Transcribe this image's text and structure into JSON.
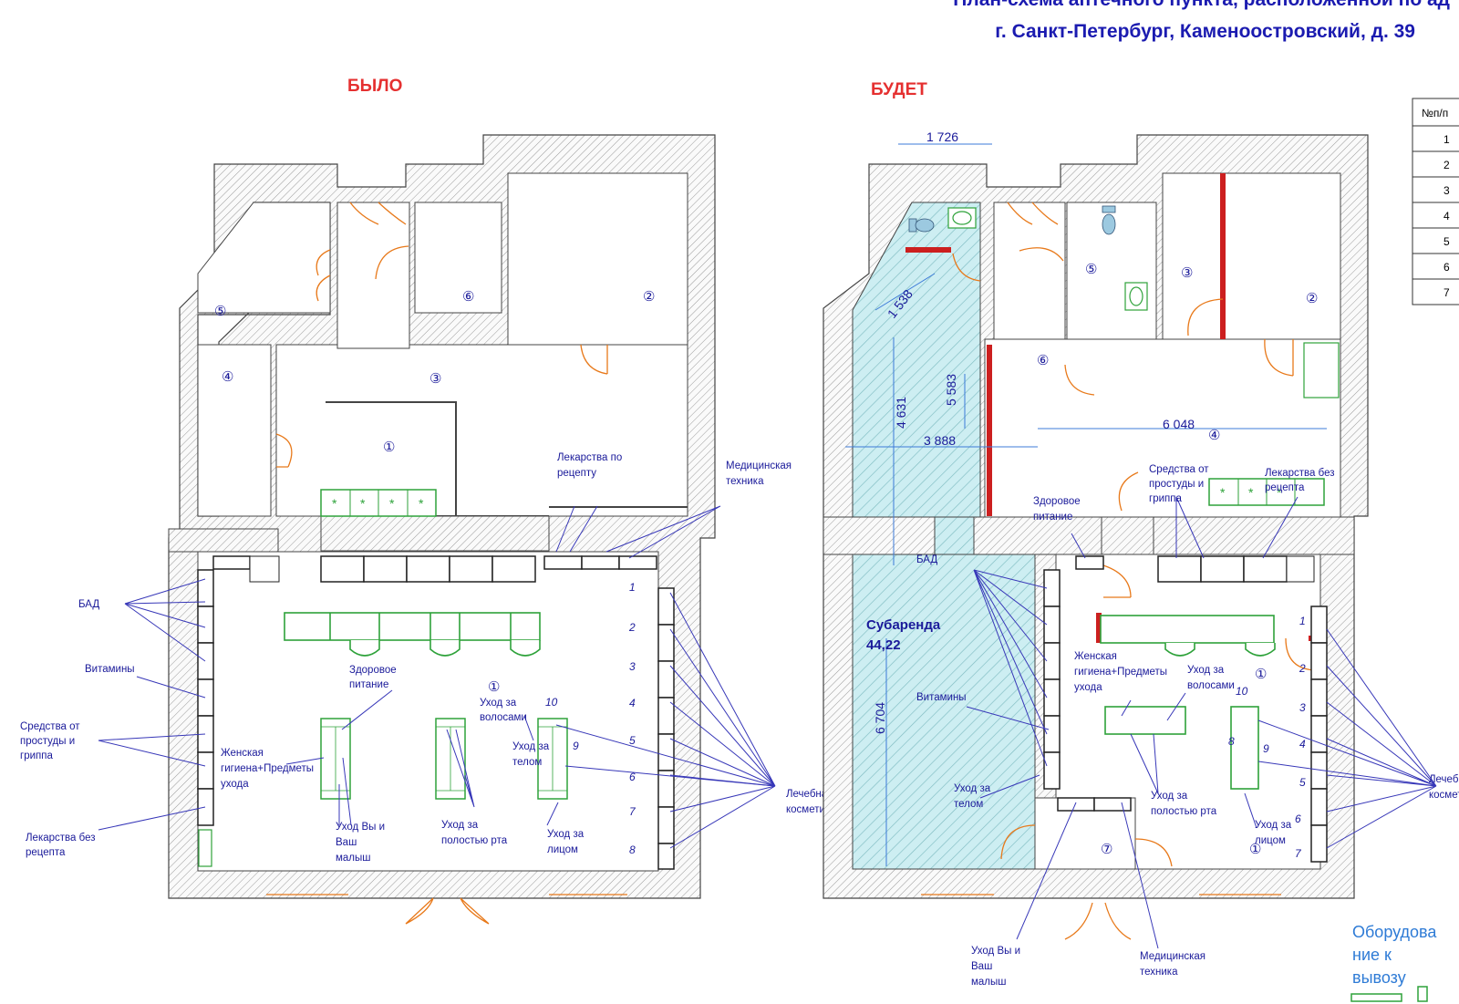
{
  "title": {
    "line1": "План-схема аптечного пункта, расположенной по ад",
    "line2": "г. Санкт-Петербург, Каменоостровский, д. 39"
  },
  "before": {
    "header": "БЫЛО",
    "rooms": [
      "①",
      "②",
      "③",
      "④",
      "⑤",
      "⑥"
    ],
    "labels": {
      "bad": "БАД",
      "vitamins": "Витамины",
      "cold1": "Средства от",
      "cold2": "простуды и",
      "cold3": "гриппа",
      "otc1": "Лекарства без",
      "otc2": "рецепта",
      "rx1": "Лекарства по",
      "rx2": "рецепту",
      "med1": "Медицинская",
      "med2": "техника",
      "food1": "Здоровое",
      "food2": "питание",
      "fem1": "Женская",
      "fem2": "гигиена+Предметы",
      "fem3": "ухода",
      "baby1": "Уход Вы и",
      "baby2": "Ваш",
      "baby3": "малыш",
      "oral1": "Уход за",
      "oral2": "полостью рта",
      "hair1": "Уход за",
      "hair2": "волосами",
      "body1": "Уход за",
      "body2": "телом",
      "face1": "Уход за",
      "face2": "лицом",
      "cos1": "Лечебная",
      "cos2": "косметика"
    },
    "shelf_numbers": [
      "1",
      "2",
      "3",
      "4",
      "5",
      "6",
      "7",
      "8"
    ],
    "unit_numbers": [
      "10",
      "9"
    ]
  },
  "after": {
    "header": "БУДЕТ",
    "rooms": [
      "②",
      "③",
      "④",
      "⑤",
      "⑥",
      "⑦",
      "①"
    ],
    "dims": [
      "1 726",
      "1 538",
      "4 631",
      "5 583",
      "3 888",
      "6 048",
      "6 704"
    ],
    "sublease1": "Субаренда",
    "sublease2": "44,22",
    "labels": {
      "food1": "Здоровое",
      "food2": "питание",
      "bad": "БАД",
      "vitamins": "Витамины",
      "body1": "Уход за",
      "body2": "телом",
      "baby1": "Уход Вы и",
      "baby2": "Ваш",
      "baby3": "малыш",
      "med1": "Медицинская",
      "med2": "техника",
      "cold1": "Средства от",
      "cold2": "простуды и",
      "cold3": "гриппа",
      "otc1": "Лекарства без",
      "otc2": "рецепта",
      "fem1": "Женская",
      "fem2": "гигиена+Предметы",
      "fem3": "ухода",
      "hair1": "Уход за",
      "hair2": "волосами",
      "oral1": "Уход за",
      "oral2": "полостью рта",
      "face1": "Уход за",
      "face2": "лицом",
      "cos1": "Лечеб",
      "cos2": "космет"
    },
    "shelf_numbers": [
      "1",
      "2",
      "3",
      "4",
      "5",
      "6",
      "7"
    ],
    "unit_numbers": [
      "10",
      "8",
      "9"
    ]
  },
  "table": {
    "header": "№п/п",
    "rows": [
      "1",
      "2",
      "3",
      "4",
      "5",
      "6",
      "7"
    ]
  },
  "legend": {
    "line1": "Оборудова",
    "line2": "ние к",
    "line3": "вывозу"
  }
}
